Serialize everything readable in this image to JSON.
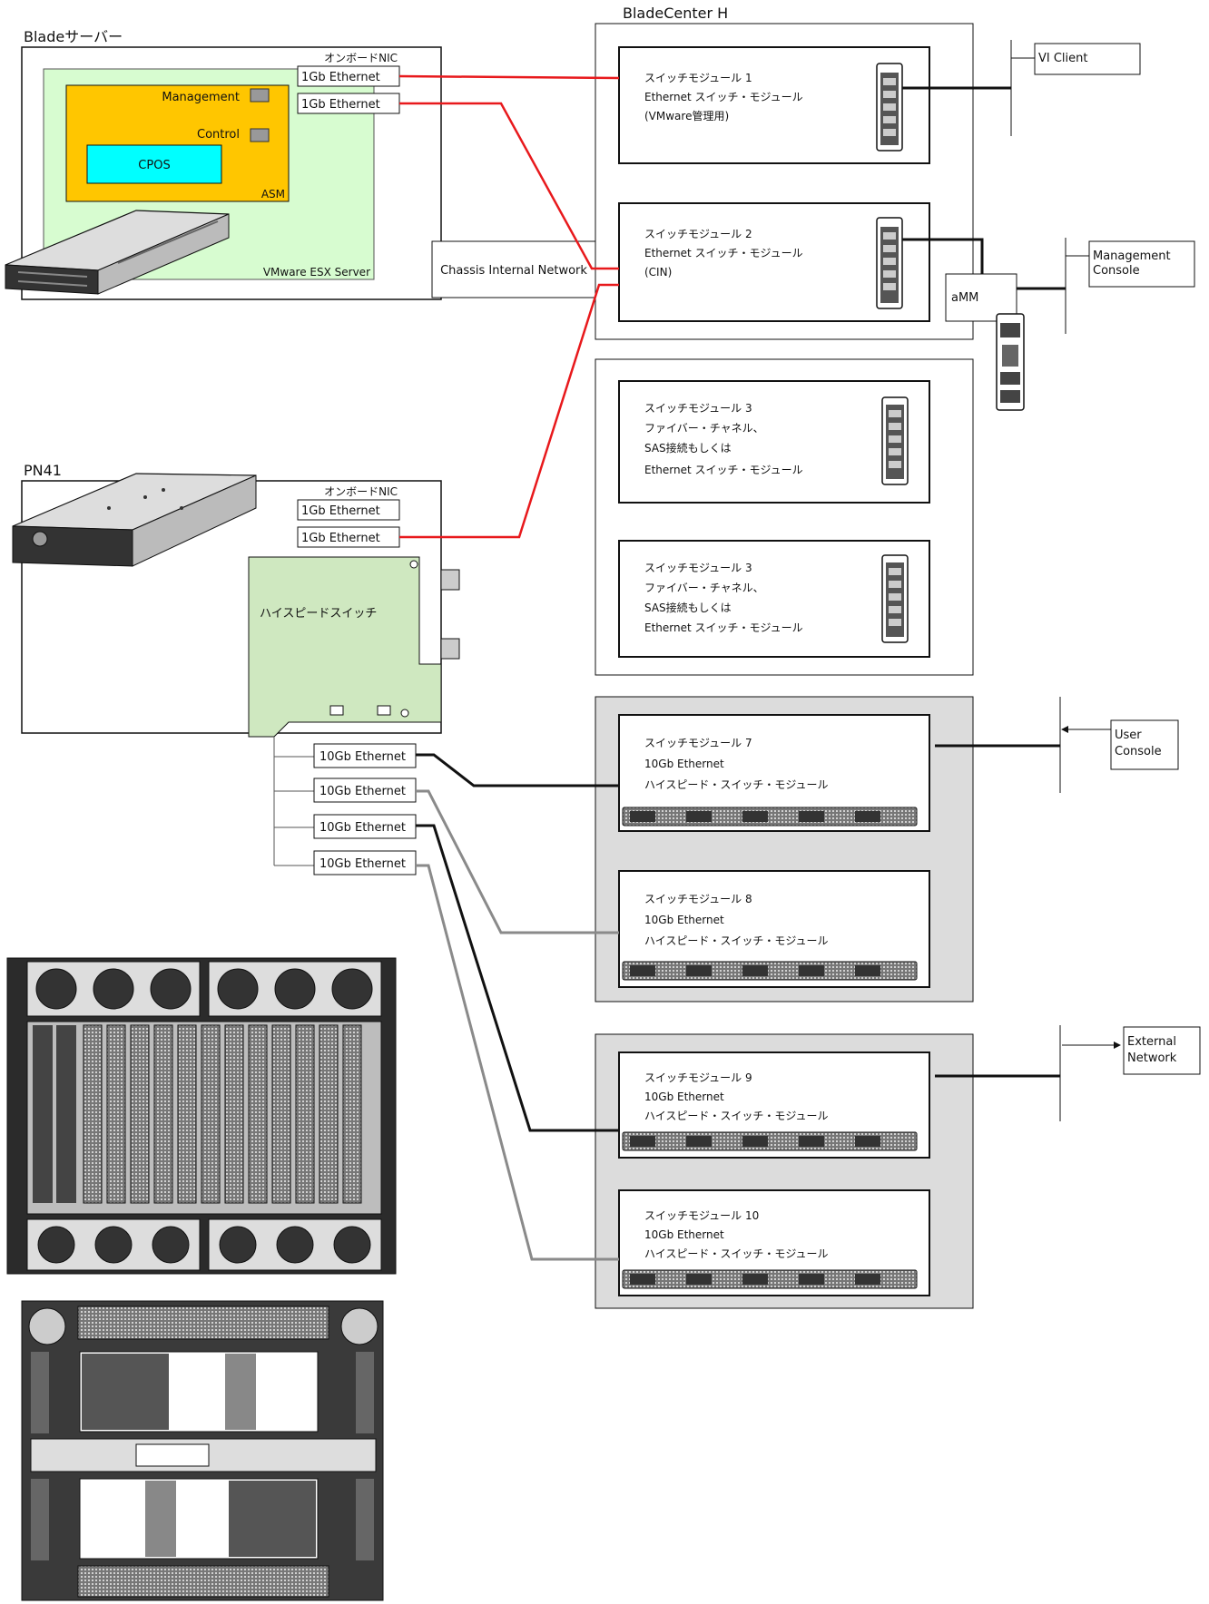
{
  "titles": {
    "blade_server": "Bladeサーバー",
    "bladecenter": "BladeCenter H",
    "pn41": "PN41"
  },
  "blade_server": {
    "onboard_nic": "オンボードNIC",
    "nic1": "1Gb Ethernet",
    "nic2": "1Gb Ethernet",
    "management": "Management",
    "control": "Control",
    "cpos": "CPOS",
    "asm": "ASM",
    "vmware": "VMware ESX Server"
  },
  "chassis_internal_network": "Chassis Internal Network",
  "pn41": {
    "onboard_nic": "オンボードNIC",
    "nic1": "1Gb Ethernet",
    "nic2": "1Gb Ethernet",
    "highspeed_switch": "ハイスピードスイッチ",
    "ports": [
      "10Gb Ethernet",
      "10Gb Ethernet",
      "10Gb Ethernet",
      "10Gb Ethernet"
    ]
  },
  "modules": {
    "m1": [
      "スイッチモジュール 1",
      "Ethernet スイッチ・モジュール",
      "(VMware管理用)"
    ],
    "m2": [
      "スイッチモジュール 2",
      "Ethernet スイッチ・モジュール",
      "(CIN)"
    ],
    "m3a": [
      "スイッチモジュール 3",
      "ファイバー・チャネル、",
      "SAS接続もしくは",
      "Ethernet スイッチ・モジュール"
    ],
    "m3b": [
      "スイッチモジュール 3",
      "ファイバー・チャネル、",
      "SAS接続もしくは",
      "Ethernet スイッチ・モジュール"
    ],
    "m7": [
      "スイッチモジュール 7",
      "10Gb Ethernet",
      "ハイスピード・スイッチ・モジュール"
    ],
    "m8": [
      "スイッチモジュール 8",
      "10Gb Ethernet",
      "ハイスピード・スイッチ・モジュール"
    ],
    "m9": [
      "スイッチモジュール 9",
      "10Gb Ethernet",
      "ハイスピード・スイッチ・モジュール"
    ],
    "m10": [
      "スイッチモジュール 10",
      "10Gb Ethernet",
      "ハイスピード・スイッチ・モジュール"
    ]
  },
  "amm": "aMM",
  "external": {
    "vi_client": "VI Client",
    "management_console": [
      "Management",
      "Console"
    ],
    "user_console": [
      "User",
      "Console"
    ],
    "external_network": [
      "External",
      "Network"
    ]
  },
  "colors": {
    "red_link": "#e8191c",
    "gray_link": "#8a8a8a",
    "asm_fill": "#ffc600",
    "cpos_fill": "#00ffff",
    "vmware_fill": "#d7fcd0",
    "switch_card_fill": "#cfe8c0",
    "panel_gray": "#dcdcdc"
  }
}
